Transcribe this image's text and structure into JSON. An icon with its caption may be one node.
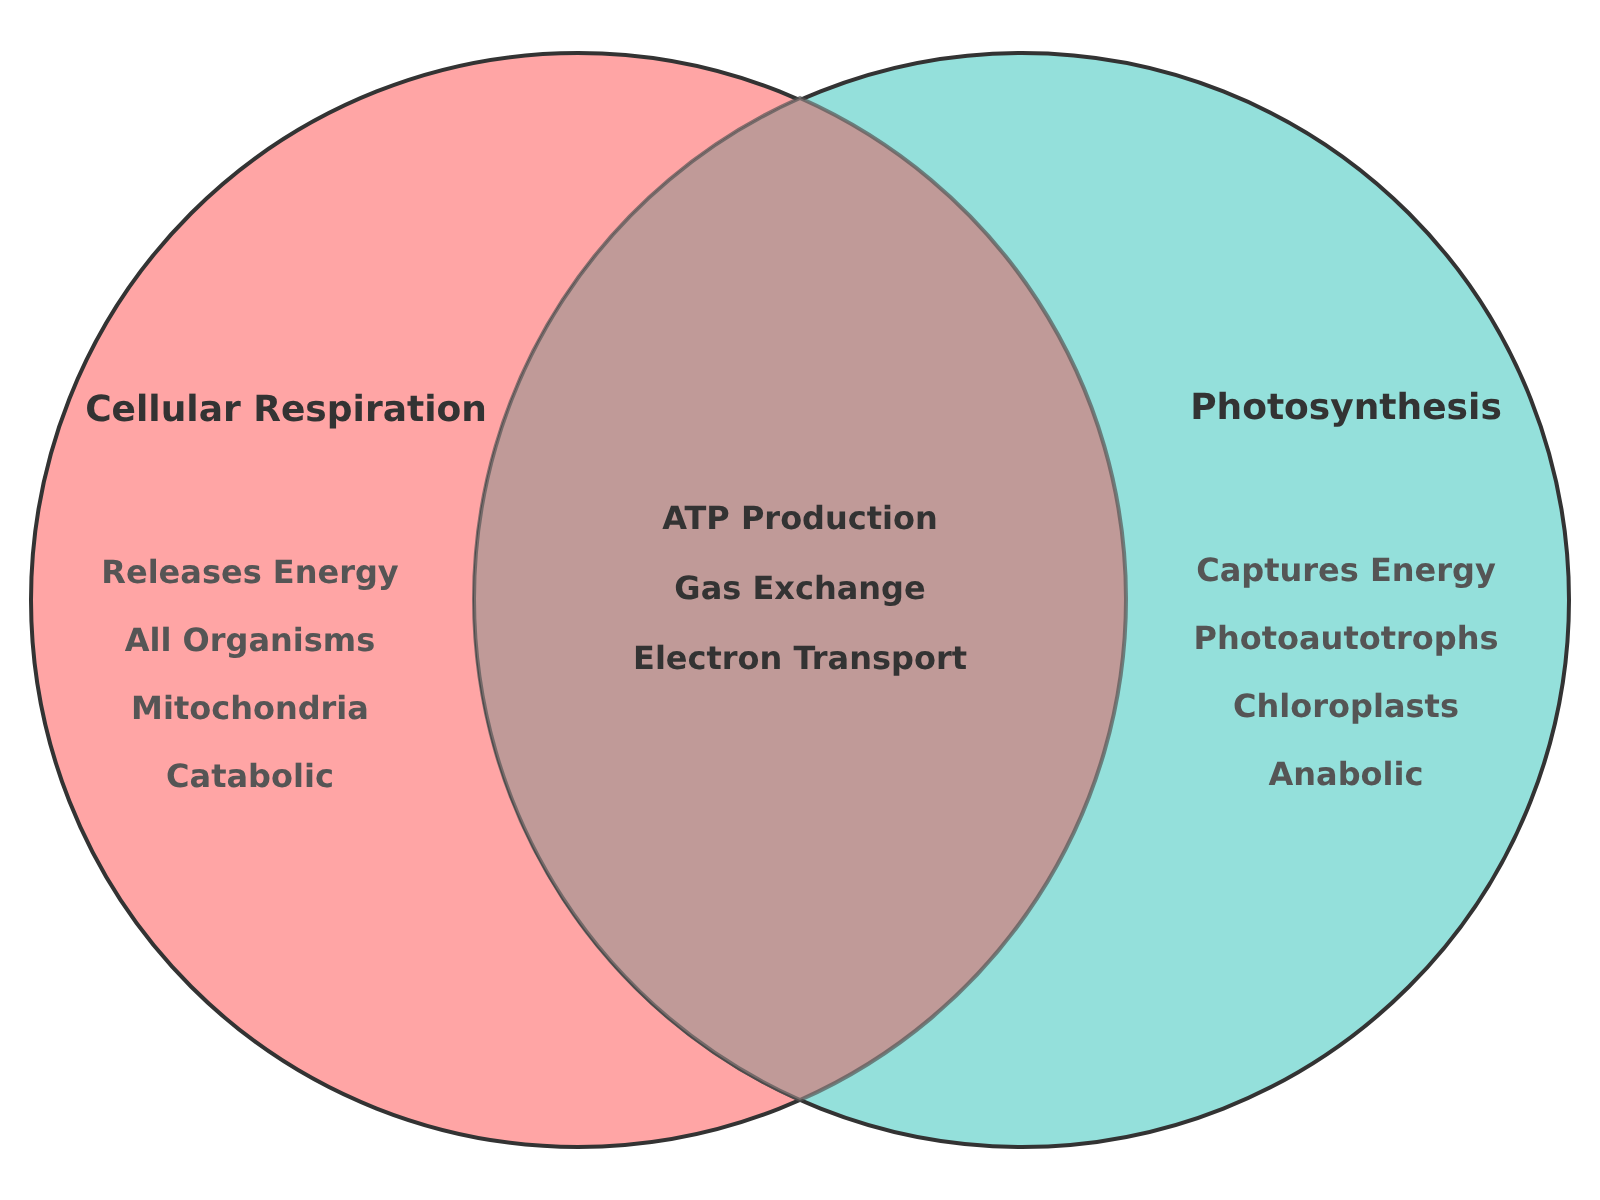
{
  "diagram": {
    "nodes": [
      {
        "text": [
          "Cellular Respiration",
          "Releases Energy",
          "All Organisms",
          "Mitochondria",
          "Catabolic"
        ]
      },
      {
        "text": [
          "Photosynthesis",
          "Captures Energy",
          "Photoautotrophs",
          "Chloroplasts",
          "Anabolic"
        ]
      },
      {
        "text": [
          "ATP Production",
          "Gas Exchange",
          "Electron Transport"
        ]
      }
    ],
    "edges": []
  }
}
